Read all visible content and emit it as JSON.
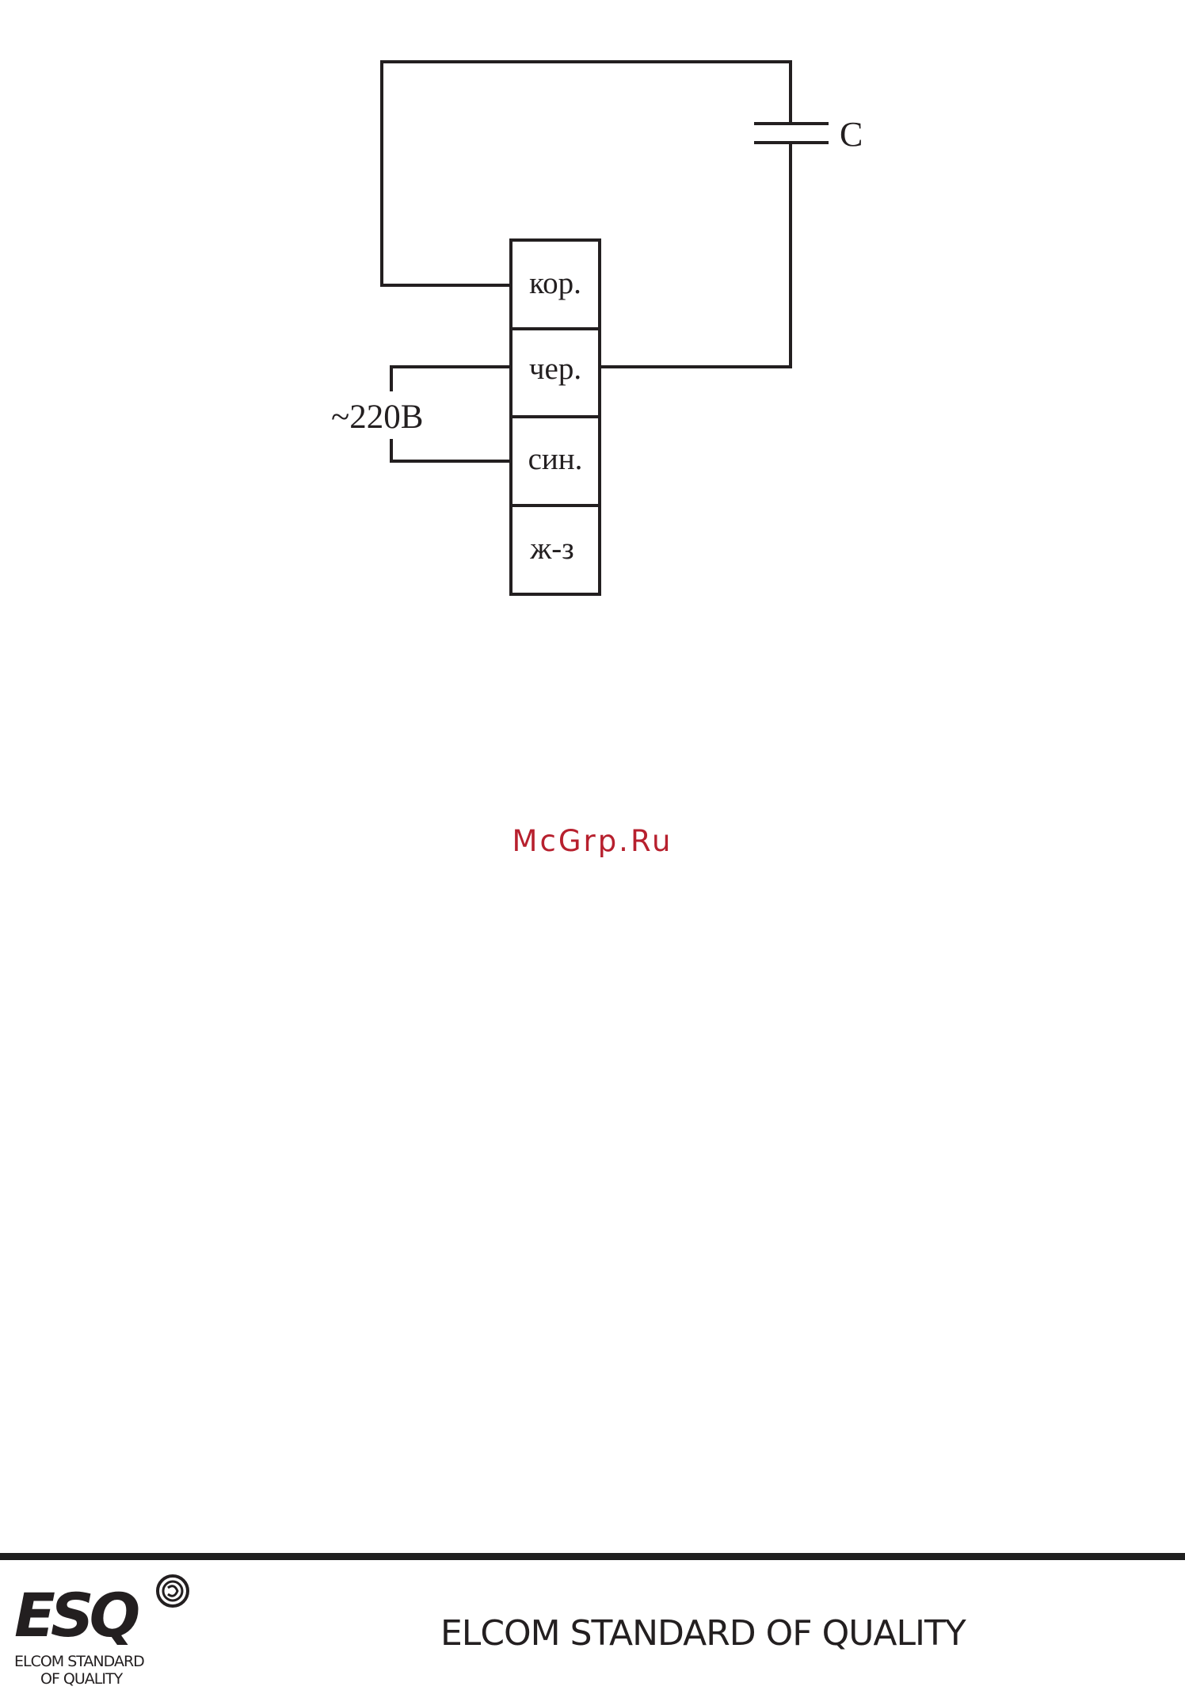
{
  "diagram": {
    "capacitor_label": "C",
    "supply_label": "~220В",
    "terminals": [
      "кор.",
      "чер.",
      "син.",
      "ж-з"
    ]
  },
  "watermark": "McGrp.Ru",
  "footer": {
    "brand_text": "ELCOM STANDARD OF QUALITY",
    "logo_mark": "ESQ",
    "logo_line1": "ELCOM STANDARD",
    "logo_line2": "OF QUALITY"
  },
  "colors": {
    "line": "#231f20",
    "watermark": "#b7202e"
  }
}
